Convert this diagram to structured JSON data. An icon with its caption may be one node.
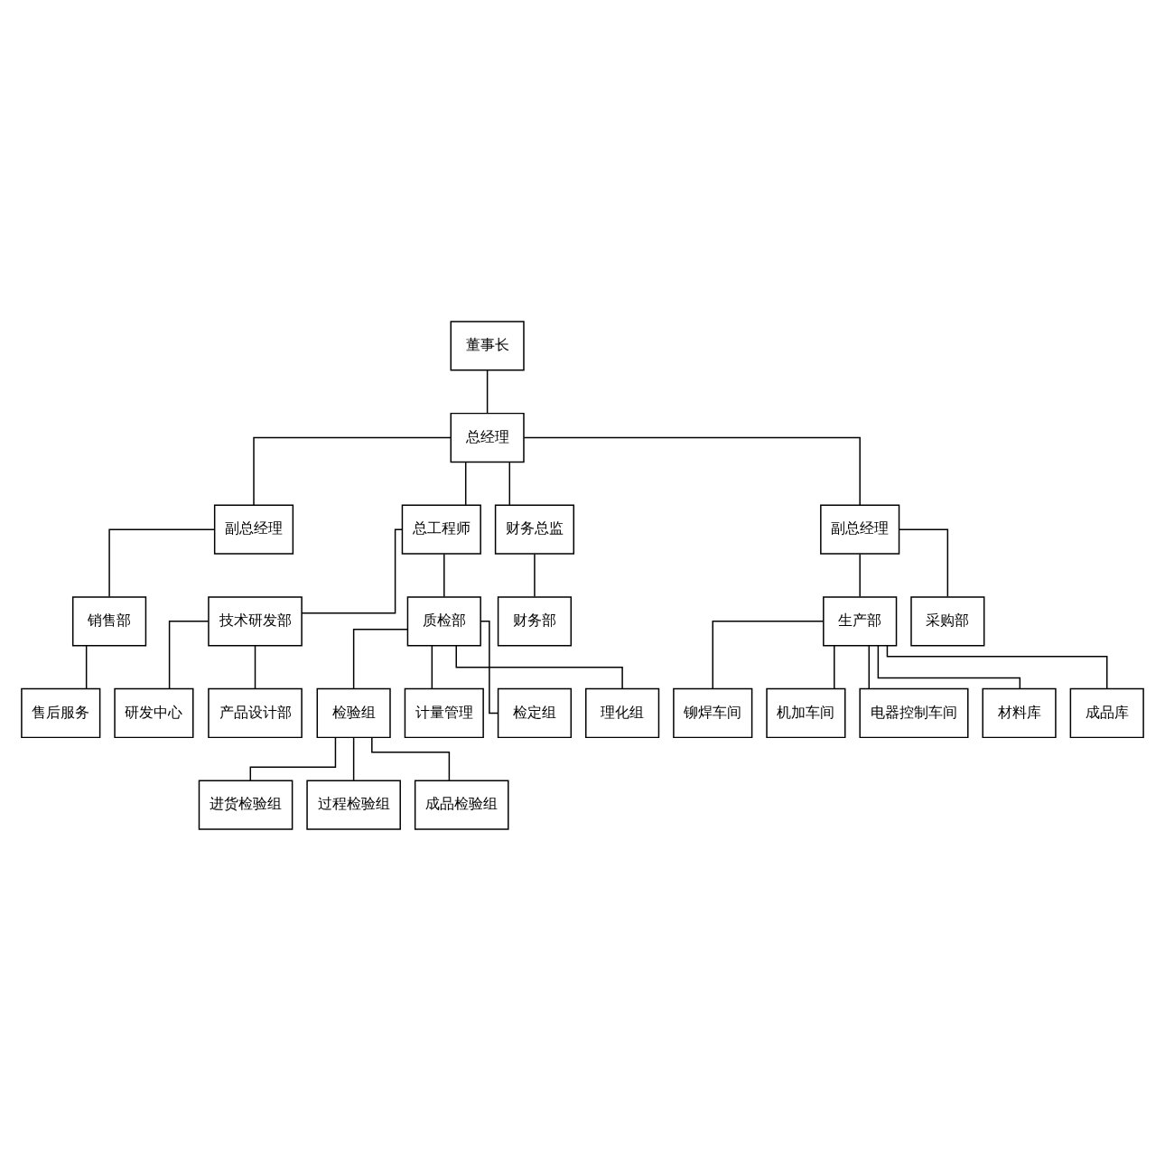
{
  "diagram": {
    "nodes": [
      {
        "text": [
          "董事长"
        ]
      },
      {
        "text": [
          "总经理"
        ]
      },
      {
        "text": [
          "副总经理"
        ]
      },
      {
        "text": [
          "总工程师"
        ]
      },
      {
        "text": [
          "财务总监"
        ]
      },
      {
        "text": [
          "副总经理"
        ]
      },
      {
        "text": [
          "销售部"
        ]
      },
      {
        "text": [
          "技术研发部"
        ]
      },
      {
        "text": [
          "质检部"
        ]
      },
      {
        "text": [
          "财务部"
        ]
      },
      {
        "text": [
          "生产部"
        ]
      },
      {
        "text": [
          "采购部"
        ]
      },
      {
        "text": [
          "售后服务"
        ]
      },
      {
        "text": [
          "研发中心"
        ]
      },
      {
        "text": [
          "产品设计部"
        ]
      },
      {
        "text": [
          "检验组"
        ]
      },
      {
        "text": [
          "计量管理"
        ]
      },
      {
        "text": [
          "检定组"
        ]
      },
      {
        "text": [
          "理化组"
        ]
      },
      {
        "text": [
          "铆焊车间"
        ]
      },
      {
        "text": [
          "机加车间"
        ]
      },
      {
        "text": [
          "电器控制车间"
        ]
      },
      {
        "text": [
          "材料库"
        ]
      },
      {
        "text": [
          "成品库"
        ]
      },
      {
        "text": [
          "进货检验组"
        ]
      },
      {
        "text": [
          "过程检验组"
        ]
      },
      {
        "text": [
          "成品检验组"
        ]
      }
    ],
    "edges": [
      {
        "from": 0,
        "to": 1,
        "arrow": "none"
      },
      {
        "from": 1,
        "to": 2,
        "arrow": "none"
      },
      {
        "from": 1,
        "to": 3,
        "arrow": "none"
      },
      {
        "from": 1,
        "to": 4,
        "arrow": "none"
      },
      {
        "from": 1,
        "to": 5,
        "arrow": "none"
      },
      {
        "from": 2,
        "to": 6,
        "arrow": "none"
      },
      {
        "from": 3,
        "to": 7,
        "arrow": "none"
      },
      {
        "from": 3,
        "to": 8,
        "arrow": "none"
      },
      {
        "from": 4,
        "to": 9,
        "arrow": "none"
      },
      {
        "from": 5,
        "to": 10,
        "arrow": "none"
      },
      {
        "from": 5,
        "to": 11,
        "arrow": "none"
      },
      {
        "from": 6,
        "to": 12,
        "arrow": "none"
      },
      {
        "from": 7,
        "to": 13,
        "arrow": "none"
      },
      {
        "from": 7,
        "to": 14,
        "arrow": "none"
      },
      {
        "from": 8,
        "to": 15,
        "arrow": "none"
      },
      {
        "from": 8,
        "to": 16,
        "arrow": "none"
      },
      {
        "from": 8,
        "to": 17,
        "arrow": "none"
      },
      {
        "from": 8,
        "to": 18,
        "arrow": "none"
      },
      {
        "from": 10,
        "to": 19,
        "arrow": "none"
      },
      {
        "from": 10,
        "to": 20,
        "arrow": "none"
      },
      {
        "from": 10,
        "to": 21,
        "arrow": "none"
      },
      {
        "from": 10,
        "to": 22,
        "arrow": "none"
      },
      {
        "from": 10,
        "to": 23,
        "arrow": "none"
      },
      {
        "from": 15,
        "to": 24,
        "arrow": "none"
      },
      {
        "from": 15,
        "to": 25,
        "arrow": "none"
      },
      {
        "from": 15,
        "to": 26,
        "arrow": "none"
      }
    ]
  }
}
